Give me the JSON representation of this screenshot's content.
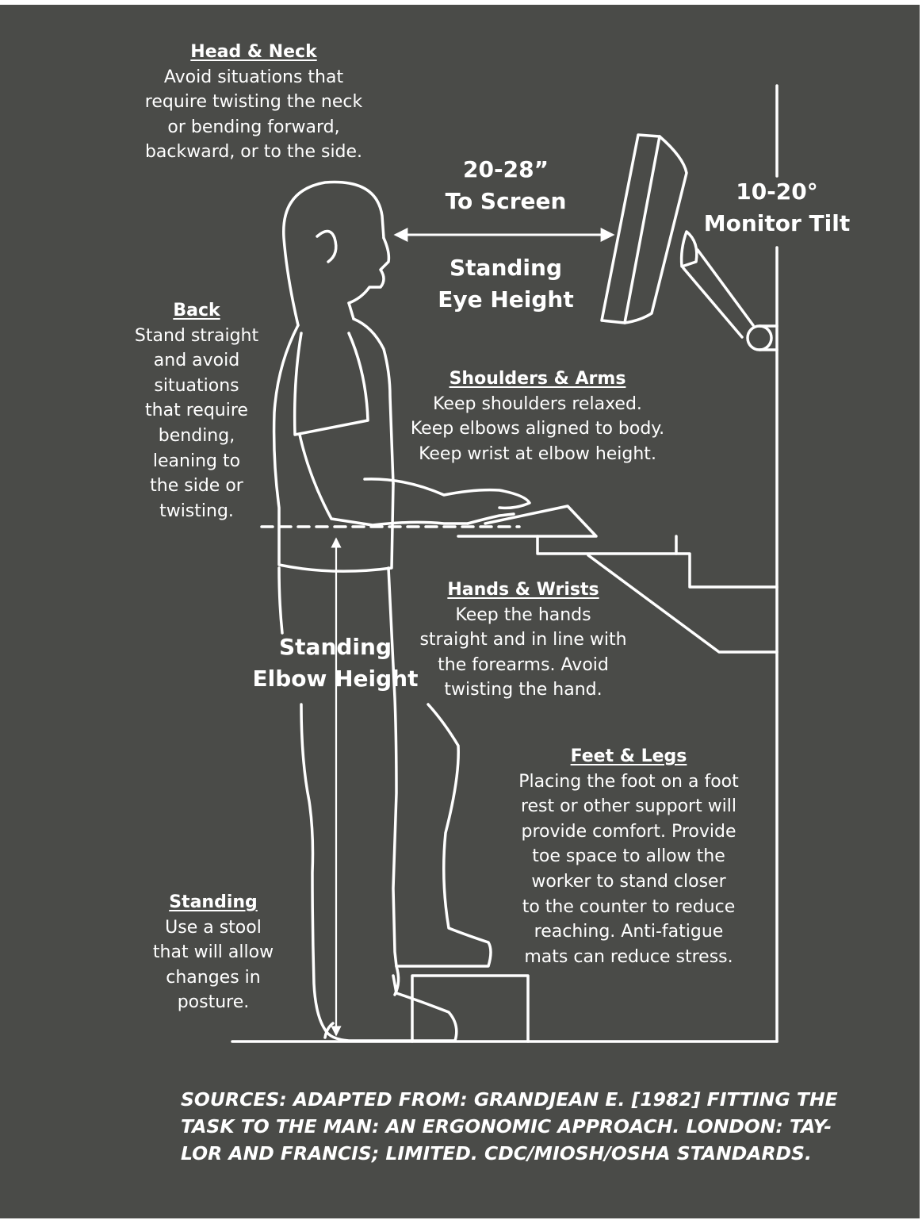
{
  "labels": {
    "head_neck": {
      "heading": "Head & Neck",
      "lines": [
        "Avoid situations that",
        "require twisting the neck",
        "or bending forward,",
        "backward, or to the side."
      ]
    },
    "distance": {
      "lines": [
        "20-28”",
        "To Screen"
      ]
    },
    "eye_height": {
      "lines": [
        "Standing",
        "Eye Height"
      ]
    },
    "monitor_tilt": {
      "lines": [
        "10-20°",
        "Monitor Tilt"
      ]
    },
    "back": {
      "heading": "Back",
      "lines": [
        "Stand straight",
        "and avoid",
        "situations",
        "that require",
        "bending,",
        "leaning to",
        "the side or",
        "twisting."
      ]
    },
    "shoulders_arms": {
      "heading": "Shoulders & Arms",
      "lines": [
        "Keep shoulders relaxed.",
        "Keep elbows aligned to body.",
        "Keep wrist at elbow height."
      ]
    },
    "hands_wrists": {
      "heading": "Hands & Wrists",
      "lines": [
        "Keep the hands",
        "straight and in line with",
        "the forearms. Avoid",
        "twisting the hand."
      ]
    },
    "elbow_height": {
      "lines": [
        "Standing",
        "Elbow Height"
      ]
    },
    "feet_legs": {
      "heading": "Feet & Legs",
      "lines": [
        "Placing the foot on a foot",
        "rest or other support will",
        "provide comfort. Provide",
        "toe space to allow the",
        "worker to stand closer",
        "to the counter to reduce",
        "reaching. Anti-fatigue",
        "mats can reduce stress."
      ]
    },
    "standing": {
      "heading": "Standing",
      "lines": [
        "Use a stool",
        "that will allow",
        "changes in",
        "posture."
      ]
    }
  },
  "source": {
    "lines": [
      "SOURCES: ADAPTED FROM: GRANDJEAN E. [1982] FITTING THE",
      "TASK TO THE MAN: AN ERGONOMIC APPROACH. LONDON: TAY-",
      "LOR AND FRANCIS; LIMITED. CDC/MIOSH/OSHA STANDARDS."
    ]
  },
  "colors": {
    "background": "#4a4b48",
    "ink": "#ffffff",
    "page": "#ffffff"
  }
}
